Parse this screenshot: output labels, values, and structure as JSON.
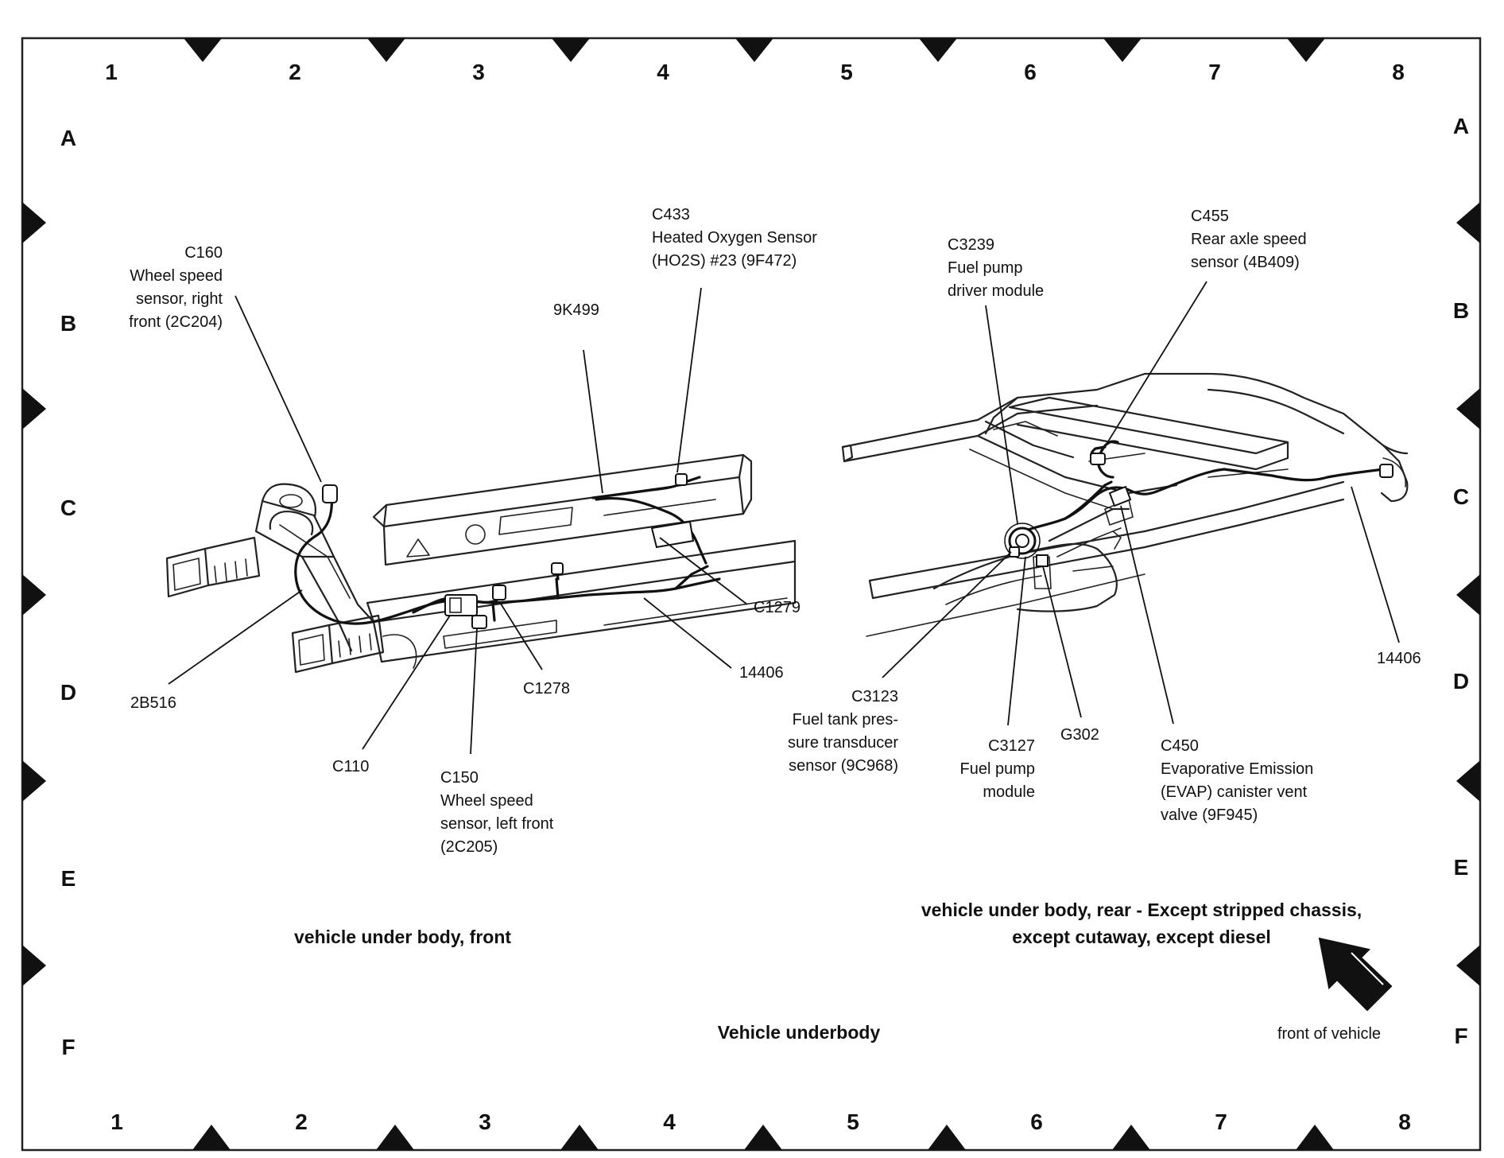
{
  "grid": {
    "columns": [
      "1",
      "2",
      "3",
      "4",
      "5",
      "6",
      "7",
      "8"
    ],
    "rows": [
      "A",
      "B",
      "C",
      "D",
      "E",
      "F"
    ]
  },
  "callouts": {
    "c160": [
      "C160",
      "Wheel speed",
      "sensor, right",
      "front (2C204)"
    ],
    "c433": [
      "C433",
      "Heated Oxygen Sensor",
      "(HO2S) #23 (9F472)"
    ],
    "k9k499": [
      "9K499"
    ],
    "c1279": [
      "C1279"
    ],
    "h14406_front": [
      "14406"
    ],
    "c1278": [
      "C1278"
    ],
    "b2b516": [
      "2B516"
    ],
    "c110": [
      "C110"
    ],
    "c150": [
      "C150",
      "Wheel speed",
      "sensor, left front",
      "(2C205)"
    ],
    "c3239": [
      "C3239",
      "Fuel pump",
      "driver module"
    ],
    "c455": [
      "C455",
      "Rear axle speed",
      "sensor (4B409)"
    ],
    "h14406_rear": [
      "14406"
    ],
    "c3123": [
      "C3123",
      "Fuel tank pres-",
      "sure transducer",
      "sensor (9C968)"
    ],
    "c3127": [
      "C3127",
      "Fuel pump",
      "module"
    ],
    "g302": [
      "G302"
    ],
    "c450": [
      "C450",
      "Evaporative Emission",
      "(EVAP) canister vent",
      "valve (9F945)"
    ]
  },
  "captions": {
    "front_view": "vehicle under body, front",
    "rear_view": [
      "vehicle under body, rear - Except stripped chassis,",
      "except cutaway, except diesel"
    ],
    "main": "Vehicle underbody",
    "front_of_vehicle": "front of vehicle"
  }
}
